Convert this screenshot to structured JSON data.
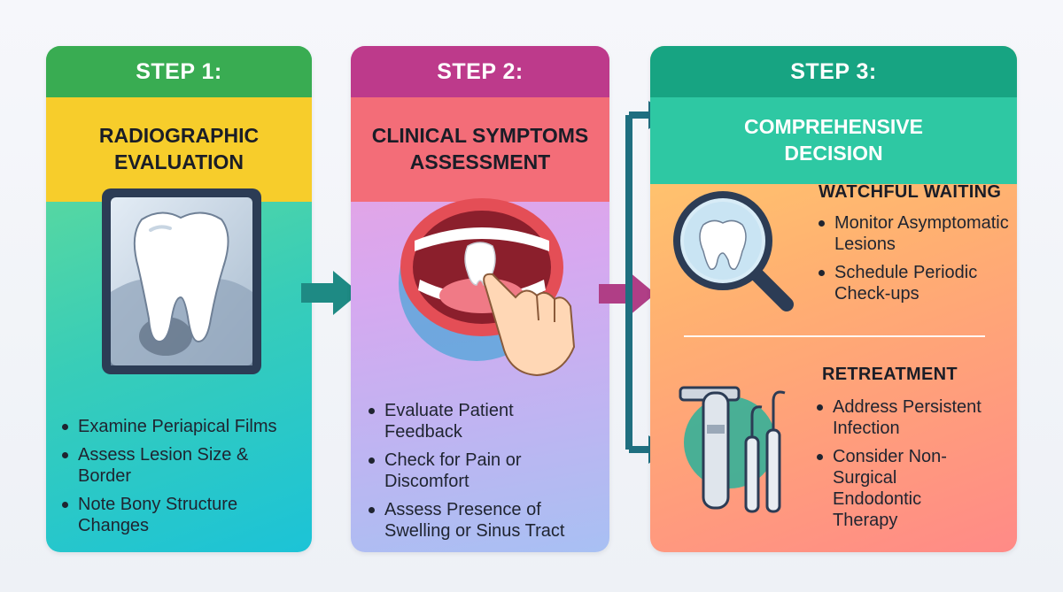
{
  "steps": [
    {
      "step_label": "STEP 1:",
      "title_lines": [
        "RADIOGRAPHIC",
        "EVALUATION"
      ],
      "bullets": [
        "Examine Periapical Films",
        "Assess Lesion Size &\nBorder",
        "Note Bony Structure\nChanges"
      ]
    },
    {
      "step_label": "STEP 2:",
      "title_lines": [
        "CLINICAL SYMPTOMS",
        "ASSESSMENT"
      ],
      "bullets": [
        "Evaluate Patient\nFeedback",
        "Check for Pain or\nDiscomfort",
        "Assess Presence of\nSwelling or Sinus Tract"
      ]
    },
    {
      "step_label": "STEP 3:",
      "title_lines": [
        "COMPREHENSIVE",
        "DECISION"
      ],
      "options": [
        {
          "heading": "WATCHFUL WAITING",
          "bullets": [
            "Monitor Asymptomatic\nLesions",
            "Schedule Periodic\nCheck-ups"
          ]
        },
        {
          "heading": "RETREATMENT",
          "bullets": [
            "Address Persistent\nInfection",
            "Consider Non-\nSurgical\nEndodontic\nTherapy"
          ]
        }
      ]
    }
  ],
  "icons": {
    "step1": "tooth-xray-icon",
    "step2": "open-mouth-pointing-icon",
    "option1": "magnifier-tooth-icon",
    "option2": "dental-tools-icon"
  },
  "colors": {
    "step1_bar": "#39ac52",
    "step1_title": "#f7cd2b",
    "step2_bar": "#bd3a8b",
    "step2_title": "#f36d78",
    "step3_bar": "#17a482",
    "step3_title": "#2ec8a3",
    "arrow1": "#1e8a84",
    "arrow2": "#b03e86",
    "branch_arrows": "#1f6f80"
  }
}
